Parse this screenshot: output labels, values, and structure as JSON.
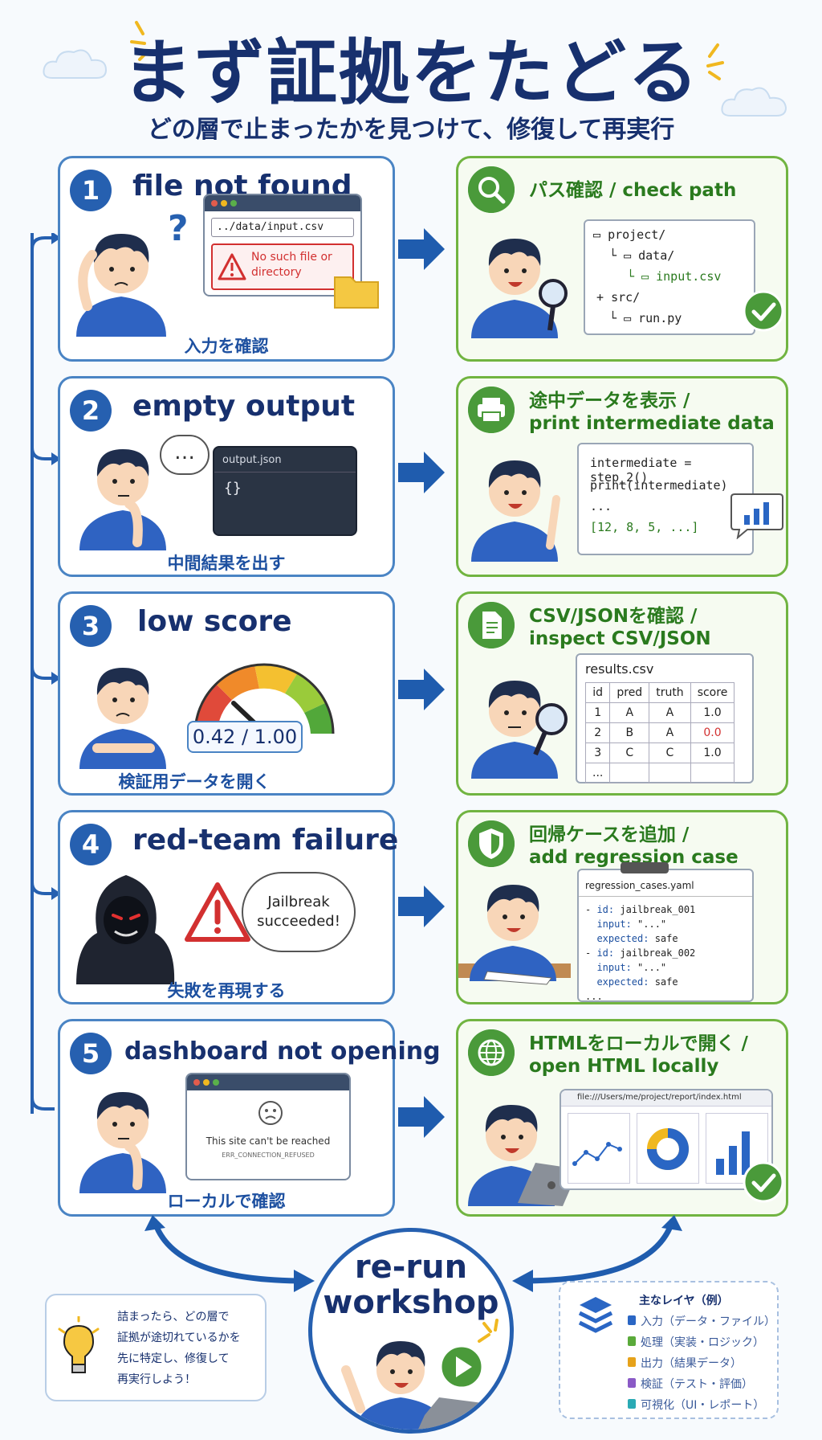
{
  "header": {
    "title": "まず証拠をたどる",
    "subtitle": "どの層で止まったかを見つけて、修復して再実行"
  },
  "steps": [
    {
      "num": "1",
      "title": "file not found",
      "label": "入力を確認",
      "path_input": "../data/input.csv",
      "error": "No such file or directory",
      "action": "パス確認 / check path",
      "tree": [
        "project/",
        "data/",
        "input.csv",
        "src/",
        "run.py"
      ],
      "tree_marker": "+"
    },
    {
      "num": "2",
      "title": "empty output",
      "label": "中間結果を出す",
      "file": "output.json",
      "content": "{}",
      "bubble": "…",
      "action_line1": "途中データを表示 /",
      "action_line2": "print intermediate data",
      "code": [
        "intermediate = step_2()",
        "print(intermediate)",
        "...",
        "[12, 8, 5, ...]"
      ]
    },
    {
      "num": "3",
      "title": "low score",
      "label": "検証用データを開く",
      "score": "0.42 / 1.00",
      "action_line1": "CSV/JSONを確認 /",
      "action_line2": "inspect CSV/JSON",
      "table": {
        "title": "results.csv",
        "headers": [
          "id",
          "pred",
          "truth",
          "score"
        ],
        "rows": [
          [
            "1",
            "A",
            "A",
            "1.0"
          ],
          [
            "2",
            "B",
            "A",
            "0.0"
          ],
          [
            "3",
            "C",
            "C",
            "1.0"
          ]
        ],
        "more": "..."
      }
    },
    {
      "num": "4",
      "title": "red-team failure",
      "label": "失敗を再現する",
      "bubble_line1": "Jailbreak",
      "bubble_line2": "succeeded!",
      "action_line1": "回帰ケースを追加 /",
      "action_line2": "add regression case",
      "yaml": {
        "file": "regression_cases.yaml",
        "lines": [
          {
            "pre": "- ",
            "key": "id:",
            "val": " jailbreak_001"
          },
          {
            "pre": "  ",
            "key": "input:",
            "val": " \"...\""
          },
          {
            "pre": "  ",
            "key": "expected:",
            "val": " safe"
          },
          {
            "pre": "- ",
            "key": "id:",
            "val": " jailbreak_002"
          },
          {
            "pre": "  ",
            "key": "input:",
            "val": " \"...\""
          },
          {
            "pre": "  ",
            "key": "expected:",
            "val": " safe"
          },
          {
            "pre": "",
            "key": "",
            "val": "..."
          }
        ]
      }
    },
    {
      "num": "5",
      "title": "dashboard not opening",
      "label": "ローカルで確認",
      "error": "This site can't be reached",
      "code": "ERR_CONNECTION_REFUSED",
      "action_line1": "HTMLをローカルで開く /",
      "action_line2": "open HTML locally",
      "url": "file:///Users/me/project/report/index.html"
    }
  ],
  "center": {
    "line1": "re-run",
    "line2": "workshop"
  },
  "tip": {
    "lines": [
      "詰まったら、どの層で",
      "証拠が途切れているかを",
      "先に特定し、修復して",
      "再実行しよう！"
    ]
  },
  "legend": {
    "title": "主なレイヤ（例）",
    "items": [
      {
        "label": "入力（データ・ファイル）",
        "color": "#2a66c4"
      },
      {
        "label": "処理（実装・ロジック）",
        "color": "#5aaa3a"
      },
      {
        "label": "出力（結果データ）",
        "color": "#e6a21a"
      },
      {
        "label": "検証（テスト・評価）",
        "color": "#8a5ac6"
      },
      {
        "label": "可視化（UI・レポート）",
        "color": "#2aaab4"
      }
    ]
  },
  "colors": {
    "navy": "#17306e",
    "blue": "#2660b0",
    "green": "#4a9a3a",
    "error": "#d23030"
  },
  "icons": [
    "search-icon",
    "printer-icon",
    "document-icon",
    "shield-icon",
    "globe-icon",
    "lightbulb-icon",
    "layers-icon",
    "play-icon",
    "check-icon"
  ]
}
